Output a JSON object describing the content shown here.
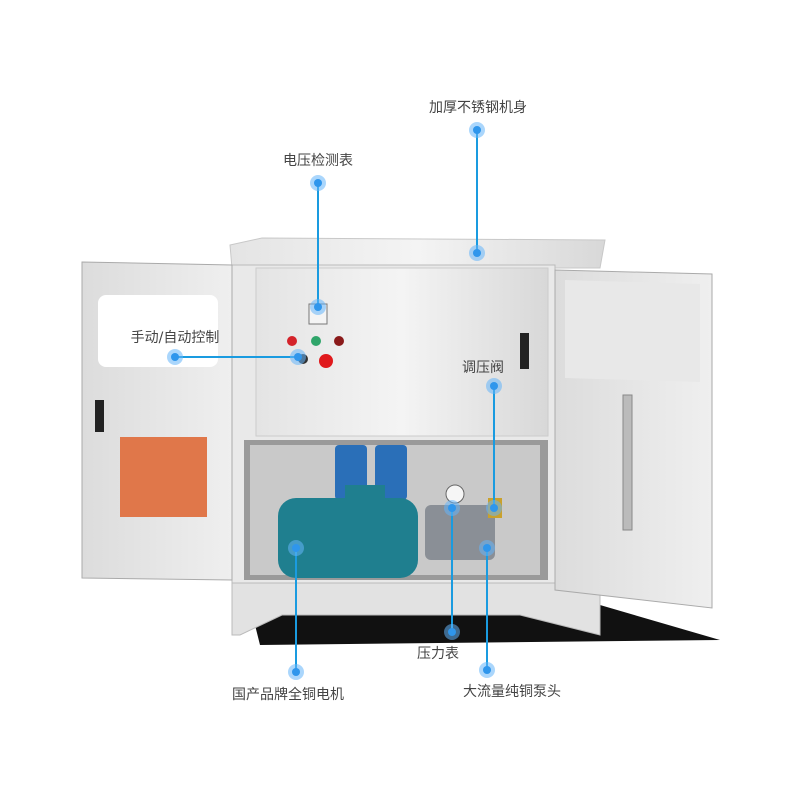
{
  "callouts": {
    "body": "加厚不锈钢机身",
    "voltmeter": "电压检测表",
    "manual_auto": "手动/自动控制",
    "regulator": "调压阀",
    "pressure_gauge": "压力表",
    "motor": "国产品牌全铜电机",
    "pump_head": "大流量纯铜泵头"
  },
  "colors": {
    "accent": "#1a9be0",
    "motor": "#1f7f8f",
    "filter": "#2a6fb8",
    "plate": "#e0774a"
  }
}
